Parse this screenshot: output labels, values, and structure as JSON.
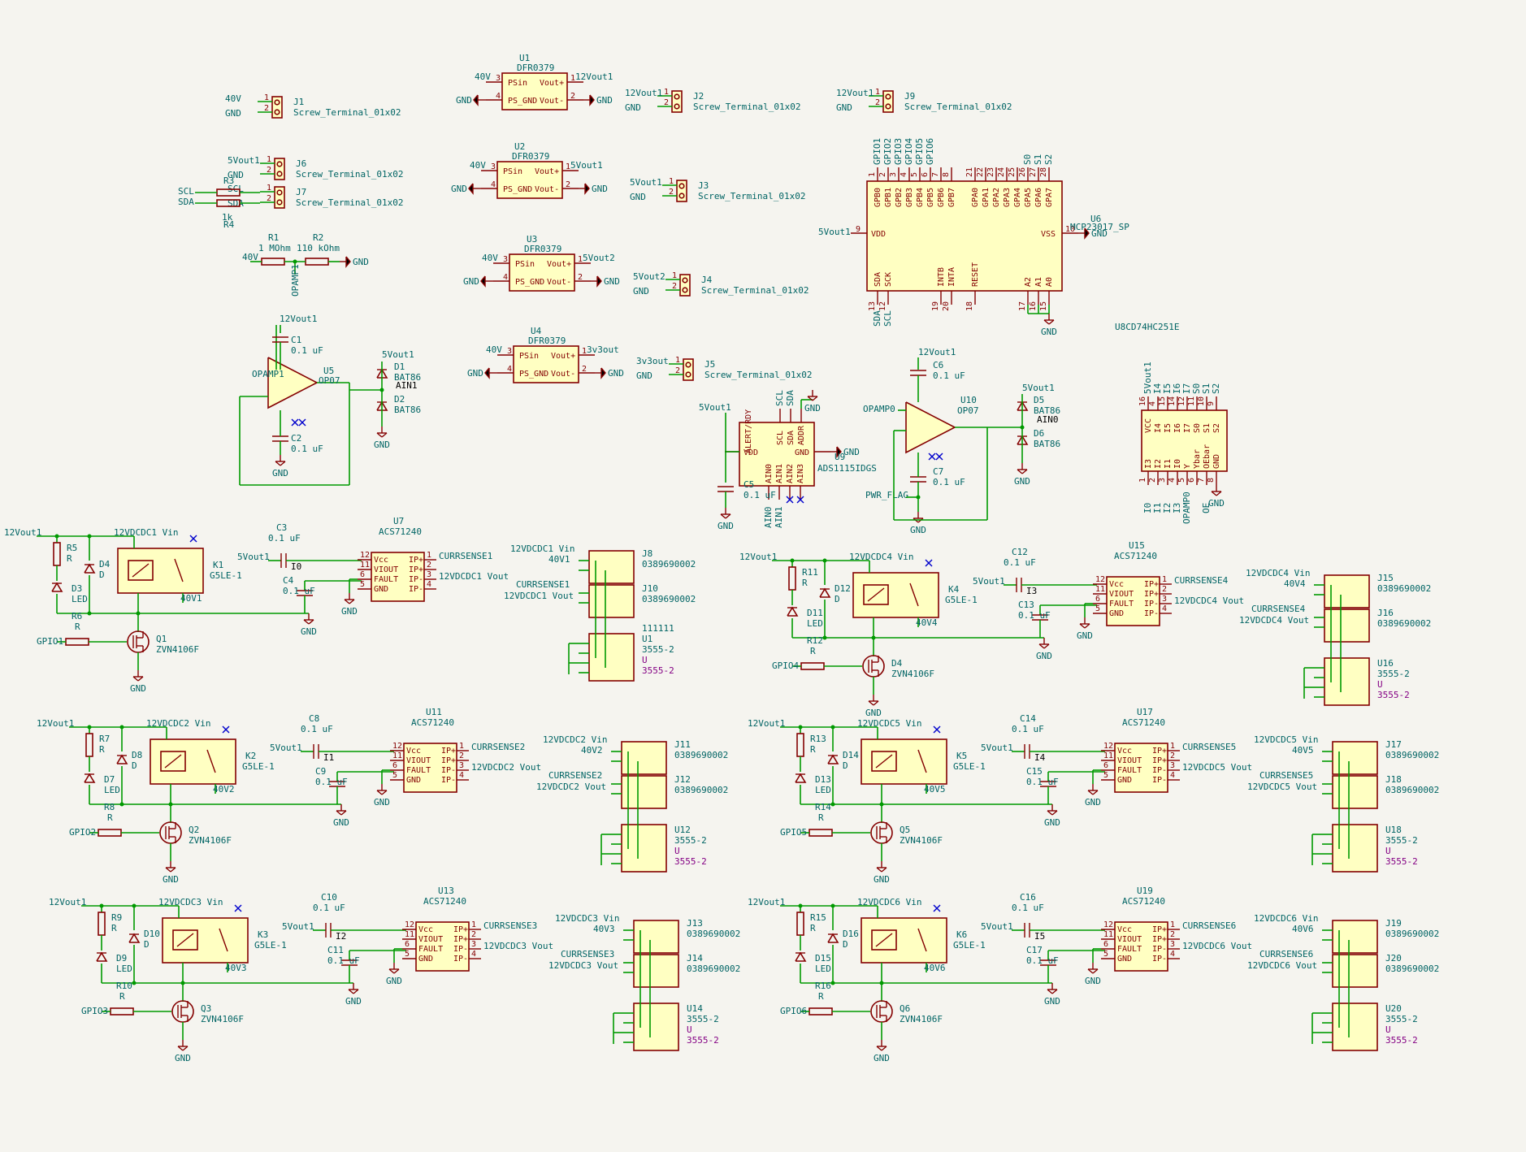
{
  "schematic": {
    "regulators": [
      {
        "ref": "U1",
        "value": "DFR0379",
        "in_net": "40V",
        "out_net": "12Vout1",
        "pins": [
          "PSin",
          "Vout+",
          "PS_GND",
          "Vout-"
        ],
        "pin_nums": [
          "3",
          "1",
          "4",
          "2"
        ]
      },
      {
        "ref": "U2",
        "value": "DFR0379",
        "in_net": "40V",
        "out_net": "5Vout1",
        "pins": [
          "PSin",
          "Vout+",
          "PS_GND",
          "Vout-"
        ],
        "pin_nums": [
          "3",
          "1",
          "4",
          "2"
        ]
      },
      {
        "ref": "U3",
        "value": "DFR0379",
        "in_net": "40V",
        "out_net": "5Vout2",
        "pins": [
          "PSin",
          "Vout+",
          "PS_GND",
          "Vout-"
        ],
        "pin_nums": [
          "3",
          "1",
          "4",
          "2"
        ]
      },
      {
        "ref": "U4",
        "value": "DFR0379",
        "in_net": "40V",
        "out_net": "3v3out",
        "pins": [
          "PSin",
          "Vout+",
          "PS_GND",
          "Vout-"
        ],
        "pin_nums": [
          "3",
          "1",
          "4",
          "2"
        ]
      }
    ],
    "terminals": [
      {
        "ref": "J1",
        "value": "Screw_Terminal_01x02",
        "net1": "40V",
        "net2": "GND"
      },
      {
        "ref": "J2",
        "value": "Screw_Terminal_01x02",
        "net1": "12Vout1",
        "net2": "GND"
      },
      {
        "ref": "J3",
        "value": "Screw_Terminal_01x02",
        "net1": "5Vout1",
        "net2": "GND"
      },
      {
        "ref": "J4",
        "value": "Screw_Terminal_01x02",
        "net1": "5Vout2",
        "net2": "GND"
      },
      {
        "ref": "J5",
        "value": "Screw_Terminal_01x02",
        "net1": "3v3out",
        "net2": "GND"
      },
      {
        "ref": "J6",
        "value": "Screw_Terminal_01x02",
        "net1": "5Vout1",
        "net2": "GND"
      },
      {
        "ref": "J7",
        "value": "Screw_Terminal_01x02",
        "net1": "SCL",
        "net2": "SDA"
      },
      {
        "ref": "J9",
        "value": "Screw_Terminal_01x02",
        "net1": "12Vout1",
        "net2": "GND"
      }
    ],
    "misc": {
      "r3": "R3",
      "r3_val": "1k",
      "r4": "R4",
      "r4_val": "1k",
      "r1": "R1",
      "r1_val": "1 MOhm",
      "r2": "R2",
      "r2_val": "110 kOhm",
      "opamp1": "OPAMP1",
      "v40": "40V",
      "gnd": "GND",
      "c1": "C1",
      "c1_val": "0.1 uF",
      "c2": "C2",
      "c2_val": "0.1 uF",
      "u5": "U5",
      "u5_val": "OP07",
      "d1": "D1",
      "d2": "D2",
      "bat86": "BAT86",
      "ain1": "AIN1",
      "v5": "5Vout1",
      "v12": "12Vout1",
      "scl": "SCL",
      "sda": "SDA",
      "p1": "1",
      "p2": "2"
    },
    "mcp": {
      "ref": "U6",
      "value": "MCP23017_SP",
      "extra": "U8CD74HC251E",
      "top_nets": [
        "GPIO1",
        "GPIO2",
        "GPIO3",
        "GPIO4",
        "GPIO5",
        "GPIO6",
        "",
        "",
        "",
        "",
        "",
        "",
        "S0",
        "S1",
        "S2"
      ],
      "top_pins": [
        "1",
        "2",
        "3",
        "4",
        "5",
        "6",
        "7",
        "8",
        "21",
        "22",
        "23",
        "24",
        "25",
        "26",
        "27",
        "28"
      ],
      "gpb": [
        "GPB0",
        "GPB1",
        "GPB2",
        "GPB3",
        "GPB4",
        "GPB5",
        "GPB6",
        "GPB7"
      ],
      "gpa": [
        "GPA0",
        "GPA1",
        "GPA2",
        "GPA3",
        "GPA4",
        "GPA5",
        "GPA6",
        "GPA7"
      ],
      "vdd": "VDD",
      "vss": "VSS",
      "vdd_pin": "9",
      "vss_pin": "10",
      "bottom": [
        "SDA",
        "SCK",
        "INTB",
        "INTA",
        "RESET",
        "A2",
        "A1",
        "A0"
      ],
      "bottom_pins": [
        "13",
        "12",
        "19",
        "20",
        "18",
        "17",
        "16",
        "15"
      ],
      "bottom_nets": [
        "SDA",
        "SCL"
      ]
    },
    "ads": {
      "ref": "U9",
      "value": "ADS1115IDGS",
      "pins": [
        "ALERT/RDY",
        "SCL",
        "SDA",
        "ADDR",
        "VDD",
        "GND",
        "AIN0",
        "AIN1",
        "AIN2",
        "AIN3"
      ],
      "nets": [
        "SCL",
        "SDA",
        "AIN0",
        "AIN1"
      ],
      "c5": "C5",
      "c5_val": "0.1 uF"
    },
    "op2": {
      "u10": "U10",
      "u10_val": "OP07",
      "opamp0": "OPAMP0",
      "c6": "C6",
      "c6_val": "0.1 uF",
      "c7": "C7",
      "c7_val": "0.1 uF",
      "d5": "D5",
      "d6": "D6",
      "ain0": "AIN0",
      "pwr": "PWR_FLAG"
    },
    "mux": {
      "top": [
        "VCC",
        "I4",
        "I5",
        "I6",
        "I7",
        "S0",
        "S1",
        "S2"
      ],
      "top_nets": [
        "5Vout1",
        "I4",
        "I5",
        "I6",
        "I7",
        "S0",
        "S1",
        "S2"
      ],
      "top_pins": [
        "16",
        "4",
        "15",
        "14",
        "12",
        "11",
        "10",
        "9"
      ],
      "bottom": [
        "I3",
        "I2",
        "I1",
        "I0",
        "Y",
        "Ybar",
        "OEbar",
        "GND"
      ],
      "bottom_nets": [
        "I0",
        "I1",
        "I2",
        "I3",
        "OPAMP0",
        "OE"
      ],
      "bottom_pins": [
        "1",
        "2",
        "3",
        "4",
        "5",
        "6",
        "7",
        "8"
      ]
    },
    "channels": [
      {
        "k": "K1",
        "d": "D4",
        "led": "D3",
        "rled": "R5",
        "rg": "R6",
        "q": "Q1",
        "gpio": "GPIO1",
        "c3": "C3",
        "c4": "C4",
        "u": "U7",
        "sense": "CURRSENSE1",
        "vin": "12VDCDC1 Vin",
        "vout": "12VDCDC1 Vout",
        "v40": "40V1",
        "ja": "J8",
        "jb": "J10",
        "ju": "U1",
        "jum": "111111",
        "jlab": "3555-2"
      },
      {
        "k": "K2",
        "d": "D8",
        "led": "D7",
        "rled": "R7",
        "rg": "R8",
        "q": "Q2",
        "gpio": "GPIO2",
        "c3": "C8",
        "c4": "C9",
        "u": "U11",
        "sense": "CURRSENSE2",
        "vin": "12VDCDC2 Vin",
        "vout": "12VDCDC2 Vout",
        "v40": "40V2",
        "ja": "J11",
        "jb": "J12",
        "ju": "U12",
        "jum": "",
        "jlab": "3555-2"
      },
      {
        "k": "K3",
        "d": "D10",
        "led": "D9",
        "rled": "R9",
        "rg": "R10",
        "q": "Q3",
        "gpio": "GPIO3",
        "c3": "C10",
        "c4": "C11",
        "u": "U13",
        "sense": "CURRSENSE3",
        "vin": "12VDCDC3 Vin",
        "vout": "12VDCDC3 Vout",
        "v40": "40V3",
        "ja": "J13",
        "jb": "J14",
        "ju": "U14",
        "jum": "",
        "jlab": "3555-2"
      },
      {
        "k": "K4",
        "d": "D12",
        "led": "D11",
        "rled": "R11",
        "rg": "R12",
        "q": "D4",
        "gpio": "GPIO4",
        "c3": "C12",
        "c4": "C13",
        "u": "U15",
        "sense": "CURRSENSE4",
        "vin": "12VDCDC4 Vin",
        "vout": "12VDCDC4 Vout",
        "v40": "40V4",
        "ja": "J15",
        "jb": "J16",
        "ju": "U16",
        "jum": "",
        "jlab": "3555-2"
      },
      {
        "k": "K5",
        "d": "D14",
        "led": "D13",
        "rled": "R13",
        "rg": "R14",
        "q": "Q5",
        "gpio": "GPIO5",
        "c3": "C14",
        "c4": "C15",
        "u": "U17",
        "sense": "CURRSENSE5",
        "vin": "12VDCDC5 Vin",
        "vout": "12VDCDC5 Vout",
        "v40": "40V5",
        "ja": "J17",
        "jb": "J18",
        "ju": "U18",
        "jum": "",
        "jlab": "3555-2"
      },
      {
        "k": "K6",
        "d": "D16",
        "led": "D15",
        "rled": "R15",
        "rg": "R16",
        "q": "Q6",
        "gpio": "GPIO6",
        "c3": "C16",
        "c4": "C17",
        "u": "U19",
        "sense": "CURRSENSE6",
        "vin": "12VDCDC6 Vin",
        "vout": "12VDCDC6 Vout",
        "v40": "40V6",
        "ja": "J19",
        "jb": "J20",
        "ju": "U20",
        "jum": "",
        "jlab": "3555-2"
      }
    ],
    "common": {
      "relay_val": "G5LE-1",
      "q_val": "ZVN4106F",
      "r_val": "R",
      "d_val": "D",
      "led_val": "LED",
      "cap_val": "0.1 uF",
      "acs_val": "ACS71240",
      "acs_pins": [
        "Vcc",
        "VIOUT",
        "FAULT",
        "GND",
        "IP+",
        "IP+",
        "IP-",
        "IP-"
      ],
      "acs_pin_nums": [
        "12",
        "11",
        "6",
        "5",
        "1",
        "2",
        "3",
        "4"
      ],
      "conn_val": "0389690002",
      "u_lab": "U",
      "v12": "12Vout1",
      "v5": "5Vout1",
      "gnd": "GND",
      "i_nets": [
        "I0",
        "I1",
        "I2",
        "I3",
        "I4",
        "I5"
      ]
    }
  }
}
